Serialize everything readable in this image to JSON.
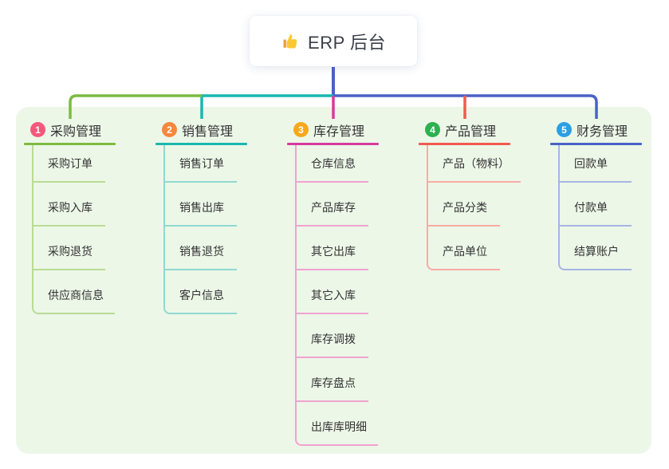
{
  "root": {
    "title": "ERP 后台",
    "icon": "thumbs-up-icon"
  },
  "colors": {
    "panel_bg": "#ecf7e8",
    "root_line": "#4a62c6",
    "text": "#333333",
    "card_bg": "#ffffff"
  },
  "branches": [
    {
      "number": "1",
      "title": "采购管理",
      "badge_color": "#f4587a",
      "line_color": "#7cbb41",
      "child_line_color": "#b9dc94",
      "children": [
        "采购订单",
        "采购入库",
        "采购退货",
        "供应商信息"
      ]
    },
    {
      "number": "2",
      "title": "销售管理",
      "badge_color": "#f6873d",
      "line_color": "#18b8ae",
      "child_line_color": "#90d9d1",
      "children": [
        "销售订单",
        "销售出库",
        "销售退货",
        "客户信息"
      ]
    },
    {
      "number": "3",
      "title": "库存管理",
      "badge_color": "#f6a91c",
      "line_color": "#d63a9e",
      "child_line_color": "#f0a3cf",
      "children": [
        "仓库信息",
        "产品库存",
        "其它出库",
        "其它入库",
        "库存调拨",
        "库存盘点",
        "出库库明细"
      ]
    },
    {
      "number": "4",
      "title": "产品管理",
      "badge_color": "#2db150",
      "line_color": "#f2594f",
      "child_line_color": "#f8aba3",
      "children": [
        "产品（物料）",
        "产品分类",
        "产品单位"
      ]
    },
    {
      "number": "5",
      "title": "财务管理",
      "badge_color": "#2b9fe3",
      "line_color": "#4a62c6",
      "child_line_color": "#a6b5e2",
      "children": [
        "回款单",
        "付款单",
        "结算账户"
      ]
    }
  ]
}
